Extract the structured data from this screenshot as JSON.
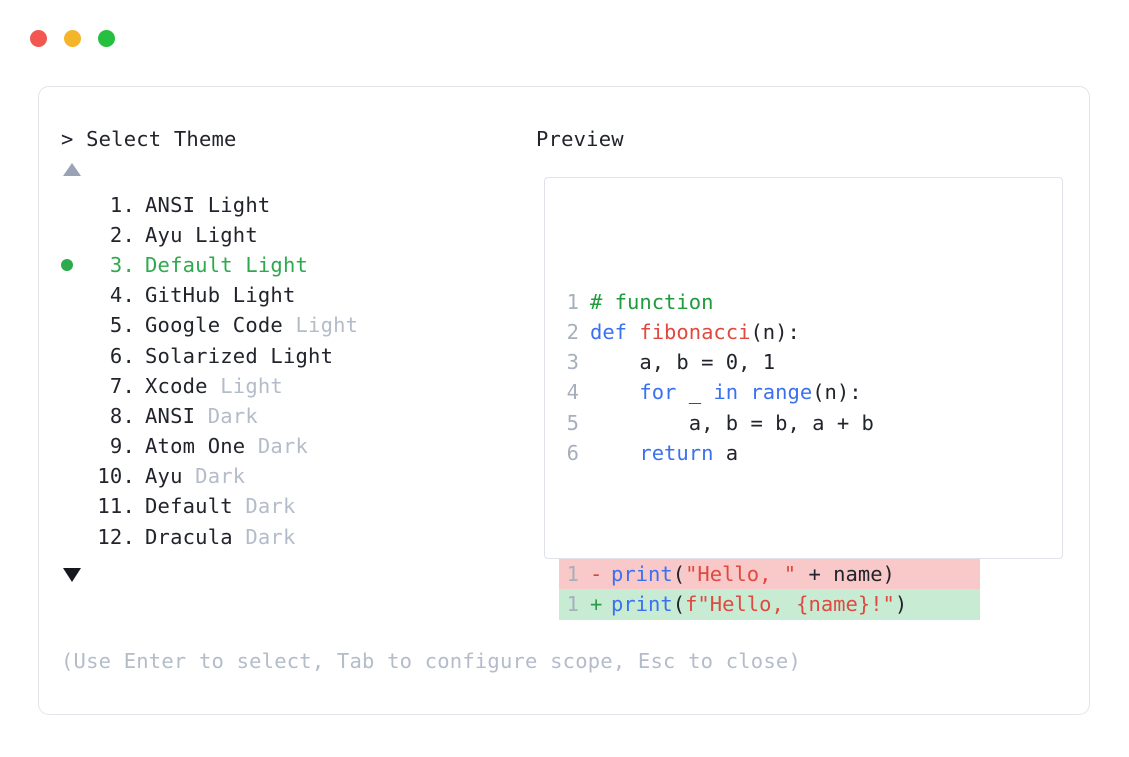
{
  "window": {
    "traffic_lights": [
      {
        "name": "close",
        "color": "#f2564f"
      },
      {
        "name": "minimize",
        "color": "#f5b52a"
      },
      {
        "name": "maximize",
        "color": "#25c03e"
      }
    ]
  },
  "selector": {
    "prompt": "> Select Theme",
    "scroll_up_icon": "triangle-up",
    "scroll_down_icon": "triangle-down",
    "selected_index": 3,
    "items": [
      {
        "index": "1.",
        "name": "ANSI",
        "suffix": "Light",
        "suffix_dim": false,
        "selected": false
      },
      {
        "index": "2.",
        "name": "Ayu",
        "suffix": "Light",
        "suffix_dim": false,
        "selected": false
      },
      {
        "index": "3.",
        "name": "Default",
        "suffix": "Light",
        "suffix_dim": false,
        "selected": true
      },
      {
        "index": "4.",
        "name": "GitHub",
        "suffix": "Light",
        "suffix_dim": false,
        "selected": false
      },
      {
        "index": "5.",
        "name": "Google Code",
        "suffix": "Light",
        "suffix_dim": true,
        "selected": false
      },
      {
        "index": "6.",
        "name": "Solarized",
        "suffix": "Light",
        "suffix_dim": false,
        "selected": false
      },
      {
        "index": "7.",
        "name": "Xcode",
        "suffix": "Light",
        "suffix_dim": true,
        "selected": false
      },
      {
        "index": "8.",
        "name": "ANSI",
        "suffix": "Dark",
        "suffix_dim": true,
        "selected": false
      },
      {
        "index": "9.",
        "name": "Atom One",
        "suffix": "Dark",
        "suffix_dim": true,
        "selected": false
      },
      {
        "index": "10.",
        "name": "Ayu",
        "suffix": "Dark",
        "suffix_dim": true,
        "selected": false
      },
      {
        "index": "11.",
        "name": "Default",
        "suffix": "Dark",
        "suffix_dim": true,
        "selected": false
      },
      {
        "index": "12.",
        "name": "Dracula",
        "suffix": "Dark",
        "suffix_dim": true,
        "selected": false
      }
    ],
    "hint": "(Use Enter to select, Tab to configure scope, Esc to close)"
  },
  "preview": {
    "label": "Preview",
    "code_lines": [
      {
        "num": "1",
        "tokens": [
          {
            "t": "# function",
            "c": "cm"
          }
        ]
      },
      {
        "num": "2",
        "tokens": [
          {
            "t": "def ",
            "c": "kw"
          },
          {
            "t": "fibonacci",
            "c": "fn"
          },
          {
            "t": "(n):",
            "c": "plain"
          }
        ]
      },
      {
        "num": "3",
        "tokens": [
          {
            "t": "    a, b = 0, 1",
            "c": "plain"
          }
        ]
      },
      {
        "num": "4",
        "tokens": [
          {
            "t": "    ",
            "c": "plain"
          },
          {
            "t": "for",
            "c": "kw"
          },
          {
            "t": " _ ",
            "c": "plain"
          },
          {
            "t": "in range",
            "c": "kw"
          },
          {
            "t": "(n):",
            "c": "plain"
          }
        ]
      },
      {
        "num": "5",
        "tokens": [
          {
            "t": "        a, b = b, a + b",
            "c": "plain"
          }
        ]
      },
      {
        "num": "6",
        "tokens": [
          {
            "t": "    ",
            "c": "plain"
          },
          {
            "t": "return",
            "c": "kw"
          },
          {
            "t": " a",
            "c": "plain"
          }
        ]
      }
    ],
    "diff_lines": [
      {
        "num": "1",
        "sign": "-",
        "kind": "del",
        "tokens": [
          {
            "t": "print",
            "c": "kw"
          },
          {
            "t": "(",
            "c": "plain"
          },
          {
            "t": "\"Hello, \"",
            "c": "str"
          },
          {
            "t": " + name)",
            "c": "plain"
          }
        ]
      },
      {
        "num": "1",
        "sign": "+",
        "kind": "add",
        "tokens": [
          {
            "t": "print",
            "c": "kw"
          },
          {
            "t": "(",
            "c": "plain"
          },
          {
            "t": "f\"Hello, {name}!\"",
            "c": "str"
          },
          {
            "t": ")",
            "c": "plain"
          }
        ]
      }
    ]
  },
  "colors": {
    "selected_green": "#2eaa4e",
    "dim_grey": "#b4bcca",
    "diff_del_bg": "#f9c8c8",
    "diff_add_bg": "#c8ecd3",
    "keyword_blue": "#3b71f0",
    "function_red": "#e0493f",
    "comment_green": "#1f9b3c"
  }
}
